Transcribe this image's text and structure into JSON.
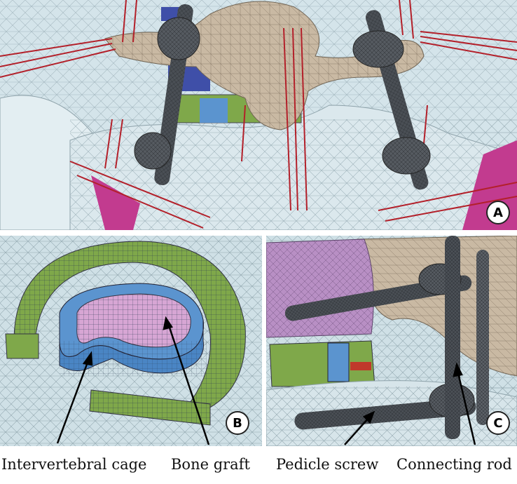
{
  "panels": [
    {
      "id": "A",
      "label": "A"
    },
    {
      "id": "B",
      "label": "B"
    },
    {
      "id": "C",
      "label": "C"
    }
  ],
  "captions": {
    "cage": "Intervertebral cage",
    "graft": "Bone graft",
    "screw": "Pedicle screw",
    "rod": "Connecting rod"
  },
  "colors": {
    "soft_tissue": "#cfe0e6",
    "vertebra": "#c9b9a3",
    "implant": "#4a4f55",
    "ligament": "#b3202a",
    "cage_ring": "#7fa84a",
    "cage_body": "#5b94cf",
    "bone_graft": "#d7a6d4",
    "disc_blue": "#3f4fa8",
    "muscle_magenta": "#c23b8f"
  }
}
